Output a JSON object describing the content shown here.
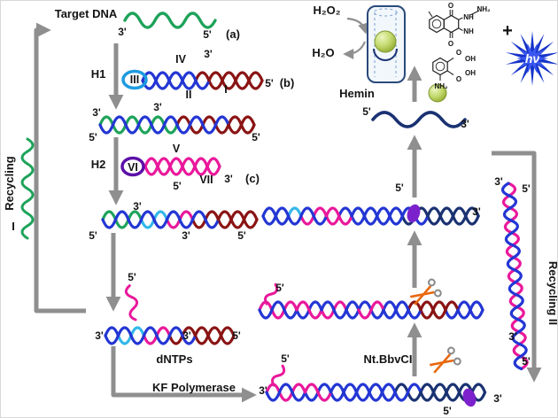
{
  "labels": {
    "target_dna": "Target DNA",
    "h1": "H1",
    "h2": "H2",
    "panel_a": "(a)",
    "panel_b": "(b)",
    "panel_c": "(c)",
    "num_i": "I",
    "num_ii": "II",
    "num_iii": "III",
    "num_iv": "IV",
    "num_v": "V",
    "num_vi": "VI",
    "num_vii": "VII",
    "three_prime": "3'",
    "five_prime": "5'",
    "recycling_1_text": "Recycling",
    "recycling_1_numeral": "I",
    "recycling_2": "Recycling II",
    "h2o2": "H₂O₂",
    "h2o": "H₂O",
    "hemin": "Hemin",
    "dntps": "dNTPs",
    "kf_polymerase": "KF Polymerase",
    "nicking_enzyme": "Nt.BbvCI",
    "plus": "+",
    "light": "hν",
    "mol_o": "O",
    "mol_oh": "OH",
    "mol_nh": "NH",
    "mol_nh2": "NH₂"
  },
  "colors": {
    "target_green": "#1ea35a",
    "strand_blue": "#2336d4",
    "strand_cyan": "#33b7ea",
    "strand_magenta": "#e9189b",
    "strand_maroon": "#8a1414",
    "strand_navy": "#1a3272",
    "arrow_gray": "#8f8f8f",
    "oval_blue": "#1e9be0",
    "oval_purple": "#5c10a8",
    "enzyme_purple": "#7c22cc",
    "star_blue": "#1634c9",
    "star_blue_light": "#3a57ef",
    "sphere_green": "#c3d96e",
    "scissors_orange": "#e8680f"
  }
}
